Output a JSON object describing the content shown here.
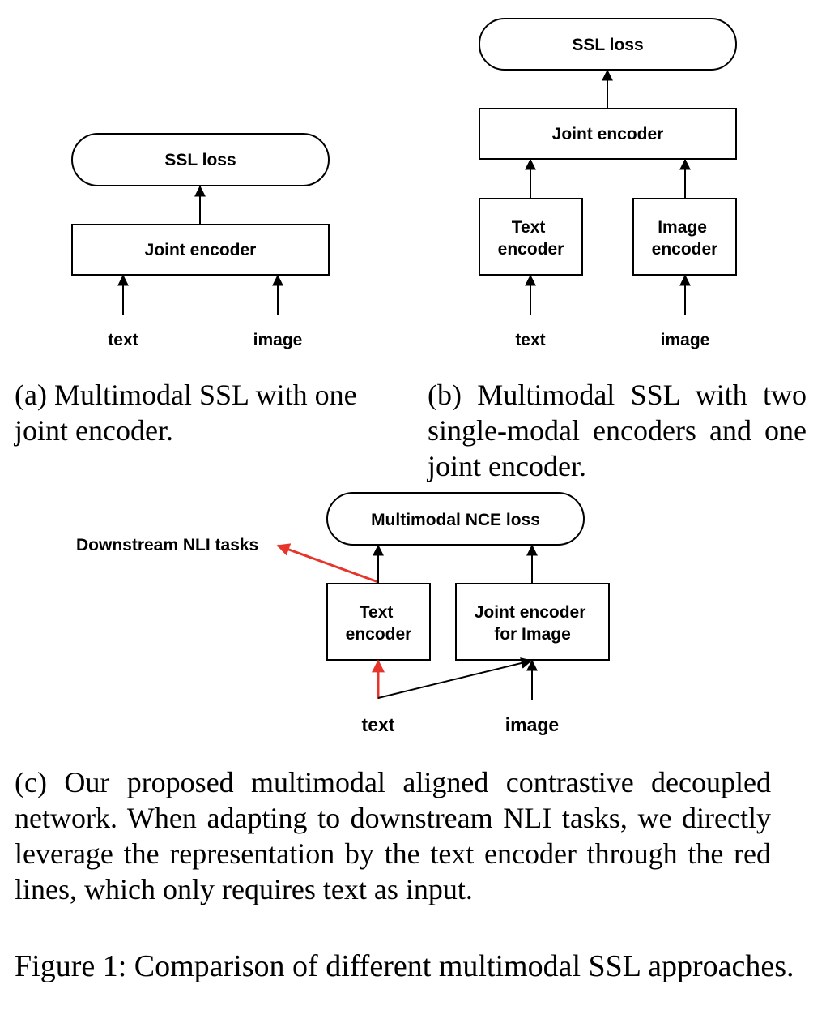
{
  "colors": {
    "stroke": "#000000",
    "highlight": "#e8352b"
  },
  "panel_a": {
    "loss_label": "SSL loss",
    "encoder_label": "Joint encoder",
    "input_text": "text",
    "input_image": "image",
    "caption": "(a) Multimodal SSL with one joint encoder."
  },
  "panel_b": {
    "loss_label": "SSL loss",
    "joint_encoder_label": "Joint encoder",
    "text_encoder_label": [
      "Text",
      "encoder"
    ],
    "image_encoder_label": [
      "Image",
      "encoder"
    ],
    "input_text": "text",
    "input_image": "image",
    "caption": "(b) Multimodal SSL with two single-modal encoders and one joint encoder."
  },
  "panel_c": {
    "loss_label": "Multimodal NCE loss",
    "downstream_label": "Downstream NLI tasks",
    "text_encoder_label": [
      "Text",
      "encoder"
    ],
    "joint_image_encoder_label": [
      "Joint encoder",
      "for Image"
    ],
    "input_text": "text",
    "input_image": "image",
    "caption": "(c) Our proposed multimodal aligned contrastive decoupled network. When adapting to downstream NLI tasks, we directly leverage the representation by the text encoder through the red lines, which only requires text as input."
  },
  "figure_caption": "Figure 1: Comparison of different multimodal SSL approaches."
}
